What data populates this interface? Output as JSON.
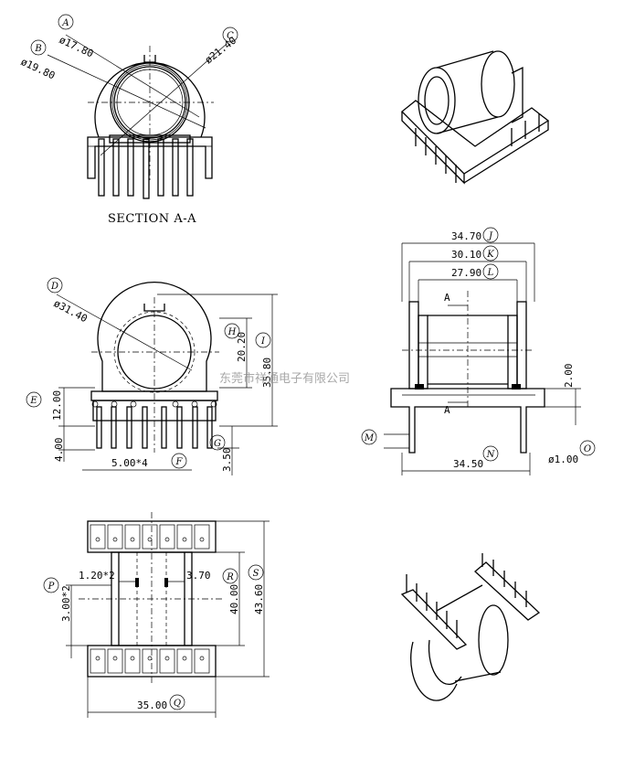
{
  "section": {
    "caption": "SECTION A-A"
  },
  "labels": {
    "A": "A",
    "B": "B",
    "C": "C",
    "D": "D",
    "E": "E",
    "F": "F",
    "G": "G",
    "H": "H",
    "I": "I",
    "J": "J",
    "K": "K",
    "L": "L",
    "M": "M",
    "N": "N",
    "O": "O",
    "P": "P",
    "Q": "Q",
    "R": "R",
    "S": "S"
  },
  "dims": {
    "A": "ø17.80",
    "B": "ø19.80",
    "C": "ø21.40",
    "D": "ø31.40",
    "H": "20.20",
    "I": "35.80",
    "E": "12.00",
    "pinlen": "4.00",
    "F": "5.00*4",
    "G": "3.50",
    "J": "34.70",
    "K": "30.10",
    "L": "27.90",
    "M": "2.00",
    "N": "34.50",
    "O": "ø1.00",
    "P": "3.00*2",
    "tab": "1.20*2",
    "R_val": "3.70",
    "R": "40.00",
    "S": "43.60",
    "Q": "35.00"
  },
  "section_markers": {
    "top": "A",
    "bottom": "A"
  },
  "watermark": "东莞市祥通电子有限公司"
}
